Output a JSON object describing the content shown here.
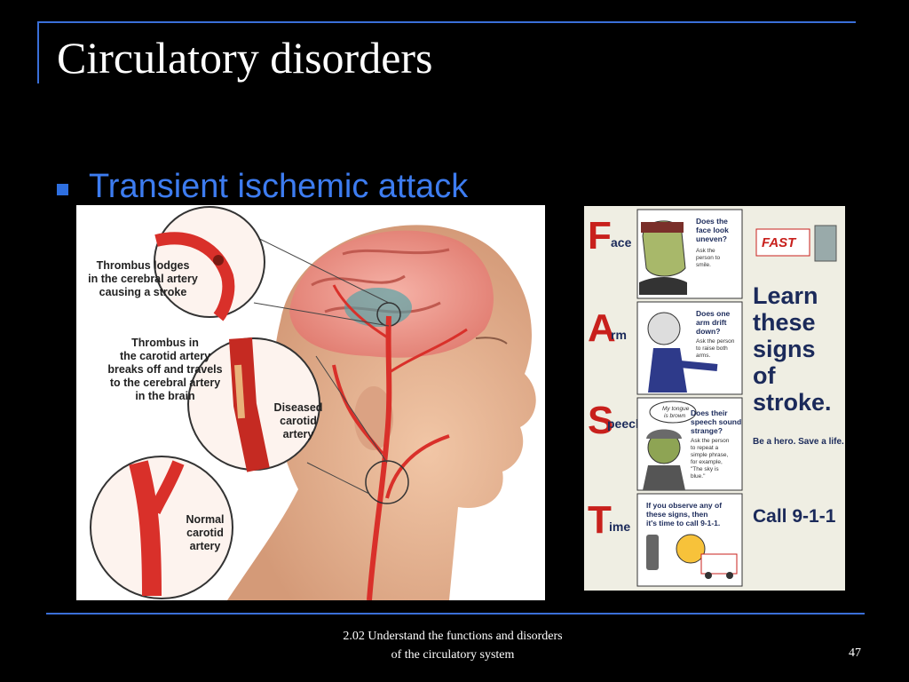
{
  "slide": {
    "title": "Circulatory disorders",
    "bullet": "Transient ischemic attack",
    "footer_line1": "2.02 Understand the functions and disorders",
    "footer_line2": "of the circulatory system",
    "page_number": "47"
  },
  "illustration": {
    "label_thrombus_lodges": [
      "Thrombus lodges",
      "in the cerebral artery",
      "causing a stroke"
    ],
    "label_thrombus_carotid": [
      "Thrombus in",
      "the carotid artery",
      "breaks off and travels",
      "to the cerebral artery",
      "in the brain"
    ],
    "label_diseased": [
      "Diseased",
      "carotid",
      "artery"
    ],
    "label_normal": [
      "Normal",
      "carotid",
      "artery"
    ]
  },
  "fast_poster": {
    "face_letter": "F",
    "face_word": "ace",
    "face_q": [
      "Does the",
      "face look",
      "uneven?"
    ],
    "face_a": [
      "Ask the",
      "person to",
      "smile."
    ],
    "arm_letter": "A",
    "arm_word": "rm",
    "arm_q": [
      "Does one",
      "arm drift",
      "down?"
    ],
    "arm_a": [
      "Ask the person",
      "to raise both",
      "arms."
    ],
    "speech_letter": "S",
    "speech_word": "peech",
    "speech_bubble": [
      "My tongue",
      "is brown"
    ],
    "speech_q": [
      "Does their",
      "speech sound",
      "strange?"
    ],
    "speech_a": [
      "Ask the person",
      "to repeat a",
      "simple phrase,",
      "for example,",
      "\"The sky is",
      "blue.\""
    ],
    "time_letter": "T",
    "time_word": "ime",
    "time_text": [
      "If you observe any of",
      "these signs, then",
      "it's time to call 9-1-1."
    ],
    "fast_badge": "FAST",
    "learn": [
      "Learn",
      "these",
      "signs",
      "of",
      "stroke."
    ],
    "hero": "Be a hero. Save a life.",
    "call": "Call 9-1-1",
    "colors": {
      "red": "#c8201c",
      "navy": "#1b2a5a"
    }
  }
}
